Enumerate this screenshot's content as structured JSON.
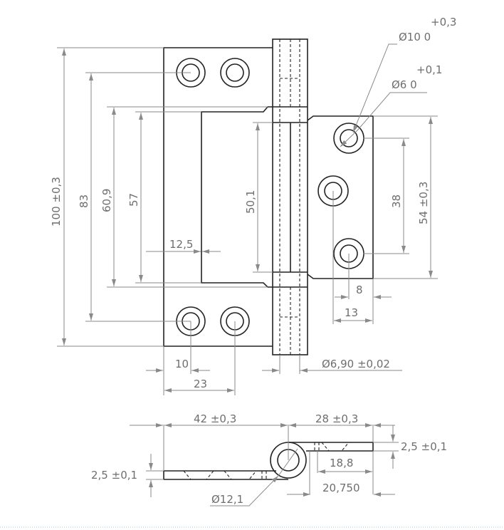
{
  "drawing": {
    "hole10_tol_upper": "+0,3",
    "hole10_dia": "Ø10  0",
    "hole6_tol_upper": "+0,1",
    "hole6_dia": "Ø6  0",
    "total_height": "100 ±0,3",
    "hole_spacing_left": "83",
    "cutout_outer": "60,9",
    "cutout_inner": "57",
    "knuckle_middle": "50,1",
    "cutout_depth": "12,5",
    "hole_spacing_right": "38",
    "right_leaf_height": "54 ±0,3",
    "right_hole_offset_1": "8",
    "right_hole_offset_2": "13",
    "left_hole_offset_1": "10",
    "left_hole_offset_2": "23",
    "pin_diameter": "Ø6,90 ±0,02",
    "left_leaf_width": "42 ±0,3",
    "right_leaf_width": "28 ±0,3",
    "thickness_right": "2,5 ±0,1",
    "thickness_left": "2,5 ±0,1",
    "right_inner_width": "18,8",
    "knuckle_diameter": "Ø12,1",
    "right_outer_width": "20,750"
  },
  "colors": {
    "outline": "#222222",
    "dimension": "#8a8a8a",
    "separator": "#9cc9e0"
  }
}
